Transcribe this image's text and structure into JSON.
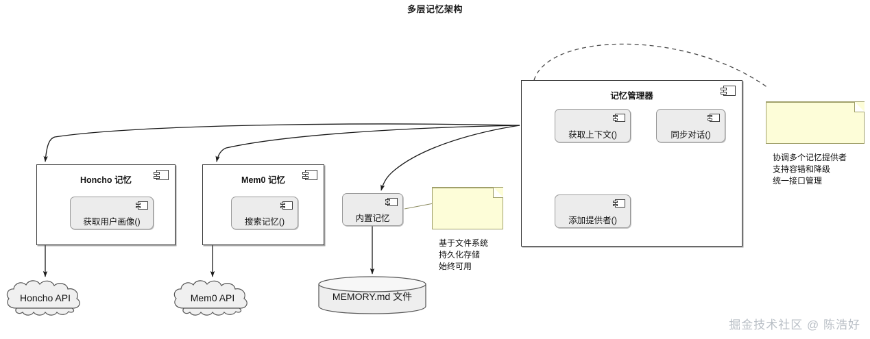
{
  "title": "多层记忆架构",
  "watermark": "掘金技术社区 @ 陈浩好",
  "manager": {
    "name": "记忆管理器",
    "icon": "uml-component-icon",
    "operations": [
      {
        "label": "获取上下文()",
        "icon": "uml-component-icon"
      },
      {
        "label": "同步对话()",
        "icon": "uml-component-icon"
      },
      {
        "label": "添加提供者()",
        "icon": "uml-component-icon"
      }
    ]
  },
  "manager_note": {
    "text": "协调多个记忆提供者\n支持容错和降级\n统一接口管理"
  },
  "providers": [
    {
      "name": "Honcho 记忆",
      "icon": "uml-component-icon",
      "operation": {
        "label": "获取用户画像()",
        "icon": "uml-component-icon"
      },
      "target": "Honcho API"
    },
    {
      "name": "Mem0 记忆",
      "icon": "uml-component-icon",
      "operation": {
        "label": "搜索记忆()",
        "icon": "uml-component-icon"
      },
      "target": "Mem0 API"
    }
  ],
  "builtin": {
    "name": "内置记忆",
    "icon": "uml-component-icon",
    "note": "基于文件系统\n持久化存储\n始终可用",
    "target": "MEMORY.md 文件"
  },
  "clouds": [
    {
      "label": "Honcho API"
    },
    {
      "label": "Mem0 API"
    }
  ],
  "database": {
    "label": "MEMORY.md 文件"
  },
  "colors": {
    "component_border": "#3b3b3b",
    "component_fill": "#ffffff",
    "inner_fill": "#ececec",
    "inner_border": "#999999",
    "note_fill": "#fdfdd8",
    "note_border": "#a0a06a",
    "edge": "#1a1a1a",
    "watermark": "#b9bfc6"
  }
}
